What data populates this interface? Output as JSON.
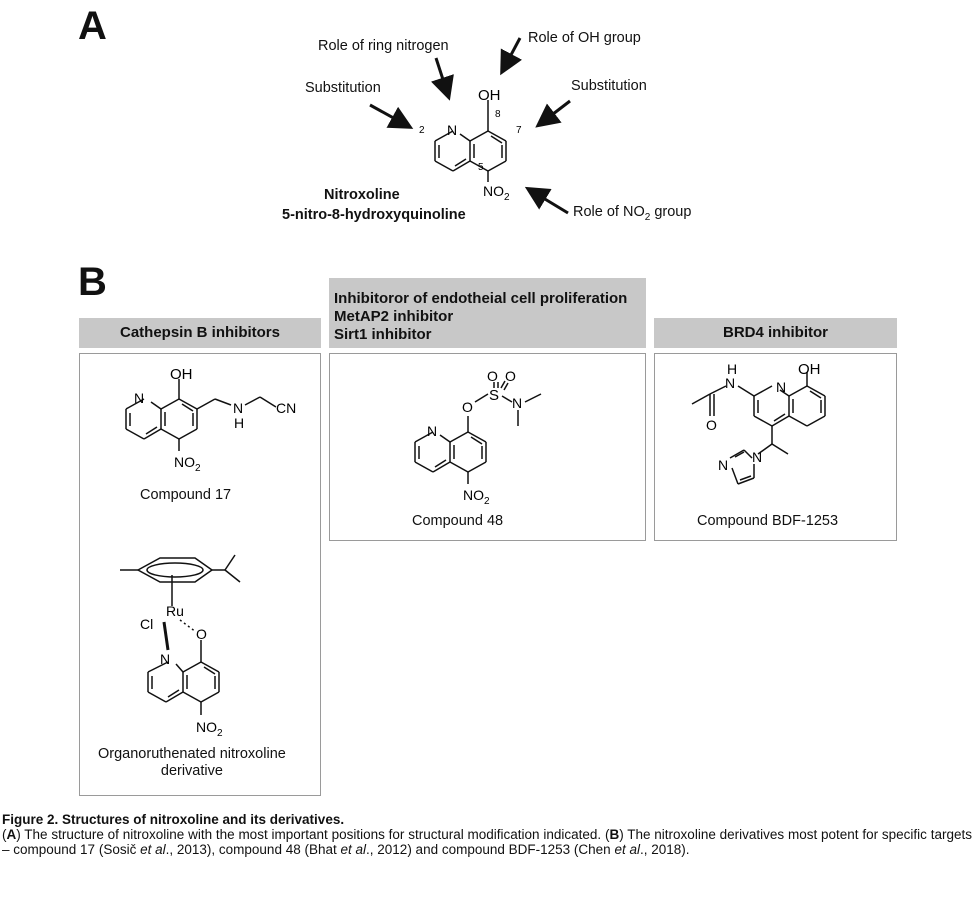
{
  "panel_a": {
    "letter": "A",
    "labels": {
      "role_ring_nitrogen": "Role of ring nitrogen",
      "role_oh_group": "Role of OH group",
      "substitution_left": "Substitution",
      "substitution_right": "Substitution",
      "role_no2_group_prefix": "Role of NO",
      "role_no2_group_sub": "2",
      "role_no2_group_suffix": " group"
    },
    "positions": {
      "p2": "2",
      "p5": "5",
      "p7": "7",
      "p8": "8"
    },
    "atoms": {
      "oh": "OH",
      "n": "N",
      "no2_no": "NO",
      "no2_sub": "2"
    },
    "compound_name": "Nitroxoline",
    "compound_iupac": "5-nitro-8-hydroxyquinoline"
  },
  "panel_b": {
    "letter": "B",
    "headers": {
      "cathepsin": "Cathepsin B inhibitors",
      "middle_line1": "Inhibitoror of endotheial cell proliferation",
      "middle_line2": "MetAP2 inhibitor",
      "middle_line3": "Sirt1 inhibitor",
      "brd4": "BRD4 inhibitor"
    },
    "compounds": {
      "c17": "Compound 17",
      "ru_line1": "Organoruthenated nitroxoline",
      "ru_line2": "derivative",
      "c48": "Compound 48",
      "bdf": "Compound BDF-1253"
    },
    "atoms": {
      "oh": "OH",
      "n": "N",
      "h": "H",
      "nh_n": "N",
      "cn": "CN",
      "no": "NO",
      "sub2": "2",
      "ru": "Ru",
      "cl": "Cl",
      "o": "O",
      "s": "S",
      "o1": "O",
      "o2": "O",
      "oh_bdf": "OH",
      "h_bdf": "H",
      "n_bdf": "N",
      "o_bdf": "O",
      "n_imid1": "N",
      "n_imid2": "N"
    }
  },
  "caption": {
    "title": "Figure 2. Structures of nitroxoline and its derivatives.",
    "p1": "(",
    "a": "A",
    "t1": ") The structure of nitroxoline with the most important positions for structural modification indicated. (",
    "b": "B",
    "t2": ") The nitroxoline derivatives most potent for specific targets – compound 17 (Sosič ",
    "etal1": "et al",
    "t3": "., 2013), compound 48 (Bhat ",
    "etal2": "et al",
    "t4": "., 2012) and compound BDF-1253 (Chen ",
    "etal3": "et al",
    "t5": "., 2018)."
  }
}
